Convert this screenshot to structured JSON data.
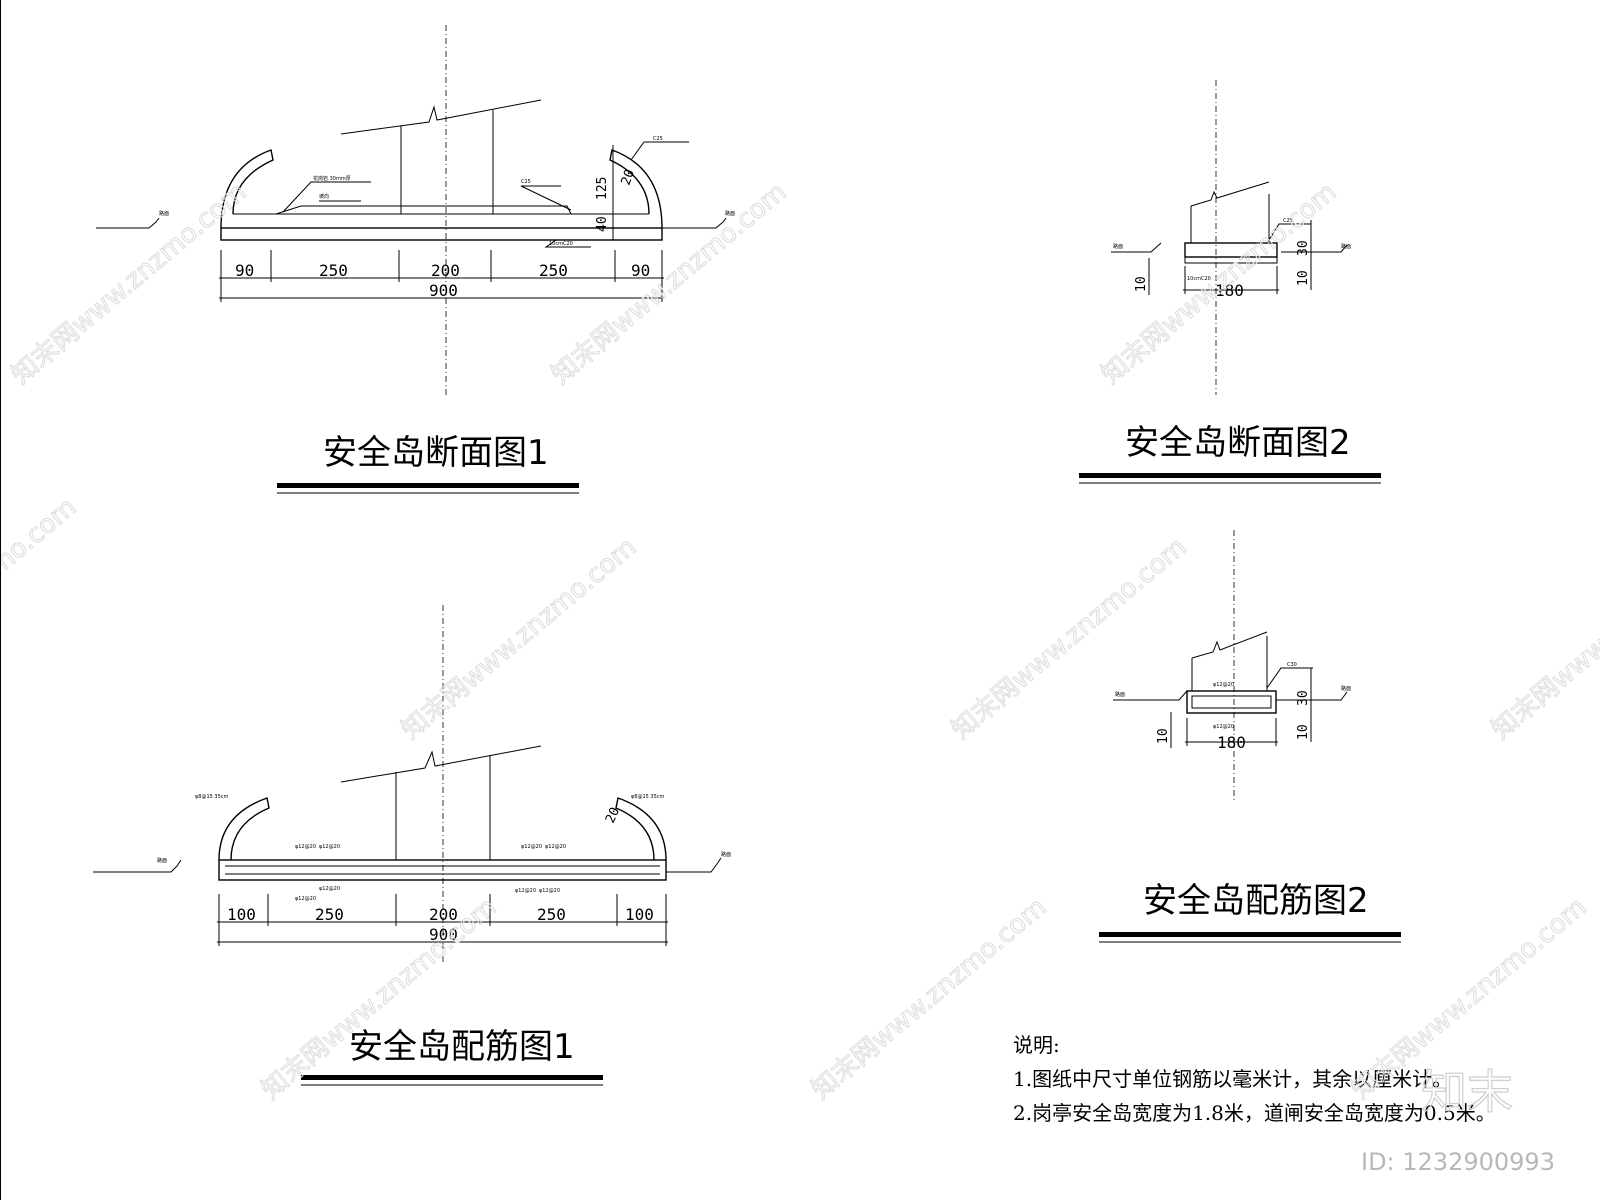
{
  "drawings": {
    "section1": {
      "title": "安全岛断面图1",
      "dims_bottom": [
        "90",
        "250",
        "200",
        "250",
        "90"
      ],
      "dim_total": "900",
      "dims_right": [
        "125",
        "40"
      ],
      "dim_arc": "20",
      "notes": {
        "top_left": "花岗岩 30mm厚",
        "mid_left": "坡向",
        "concrete_top": "C25",
        "concrete_mid": "C25",
        "base": "10cmC20",
        "ground_left": "路面",
        "ground_right": "路面"
      }
    },
    "section2": {
      "title": "安全岛断面图2",
      "dims_bottom": [
        "180"
      ],
      "dims_right": [
        "30",
        "10"
      ],
      "dims_left": [
        "10"
      ],
      "notes": {
        "concrete": "C25",
        "base": "10cmC20",
        "ground_left": "路面",
        "ground_right": "路面"
      }
    },
    "rebar1": {
      "title": "安全岛配筋图1",
      "dims_bottom": [
        "100",
        "250",
        "200",
        "250",
        "100"
      ],
      "dim_total": "900",
      "dim_arc": "20",
      "rebar_labels": [
        "φ12@20",
        "φ12@20",
        "φ12@20",
        "φ12@20",
        "φ12@20",
        "φ12@20",
        "φ12@20",
        "φ12@20"
      ],
      "arc_note_left": "φ8@15 35cm",
      "arc_note_right": "φ8@15 35cm",
      "ground_left": "路面",
      "ground_right": "路面"
    },
    "rebar2": {
      "title": "安全岛配筋图2",
      "dims_bottom": [
        "180"
      ],
      "dims_right": [
        "30",
        "10"
      ],
      "dims_left": [
        "10"
      ],
      "rebar_labels": [
        "φ12@20",
        "φ12@20"
      ],
      "concrete": "C30",
      "ground_left": "路面",
      "ground_right": "路面"
    }
  },
  "notes": {
    "heading": "说明:",
    "lines": [
      "1.图纸中尺寸单位钢筋以毫米计，其余以厘米计。",
      "2.岗亭安全岛宽度为1.8米，道闸安全岛宽度为0.5米。"
    ]
  },
  "watermark": {
    "text": "知末网www.znzmo.com",
    "logo": "知末",
    "id_label": "ID: 1232900993"
  }
}
